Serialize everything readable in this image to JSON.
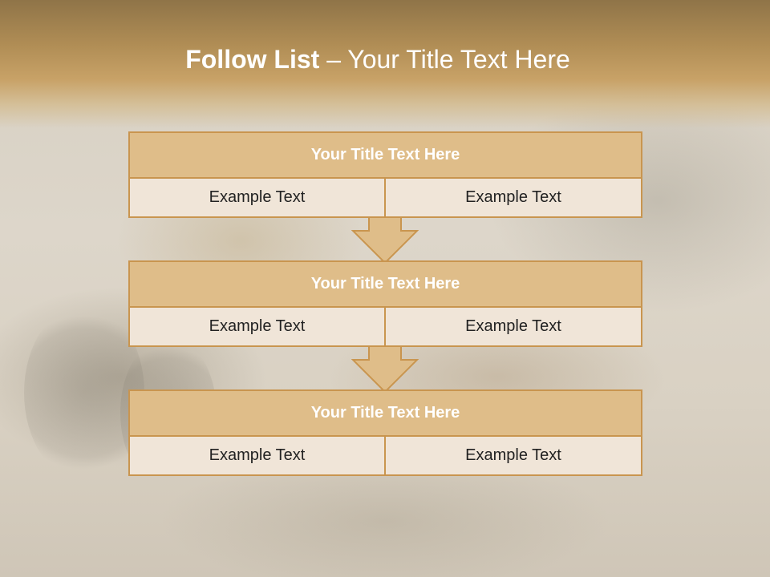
{
  "slide": {
    "title_bold": "Follow List",
    "title_rest": " – Your Title Text Here"
  },
  "blocks": [
    {
      "title": "Your Title Text Here",
      "left_text": "Example Text",
      "right_text": "Example Text"
    },
    {
      "title": "Your Title Text Here",
      "left_text": "Example Text",
      "right_text": "Example Text"
    },
    {
      "title": "Your Title Text Here",
      "left_text": "Example Text",
      "right_text": "Example Text"
    }
  ],
  "colors": {
    "header_bar": "#b08d55",
    "box_fill": "#dfbd89",
    "box_border": "#c9954f",
    "cell_fill": "#f0e5d8",
    "arrow_fill": "#dfbd89"
  },
  "icons": {
    "connector": "down-arrow-icon"
  }
}
